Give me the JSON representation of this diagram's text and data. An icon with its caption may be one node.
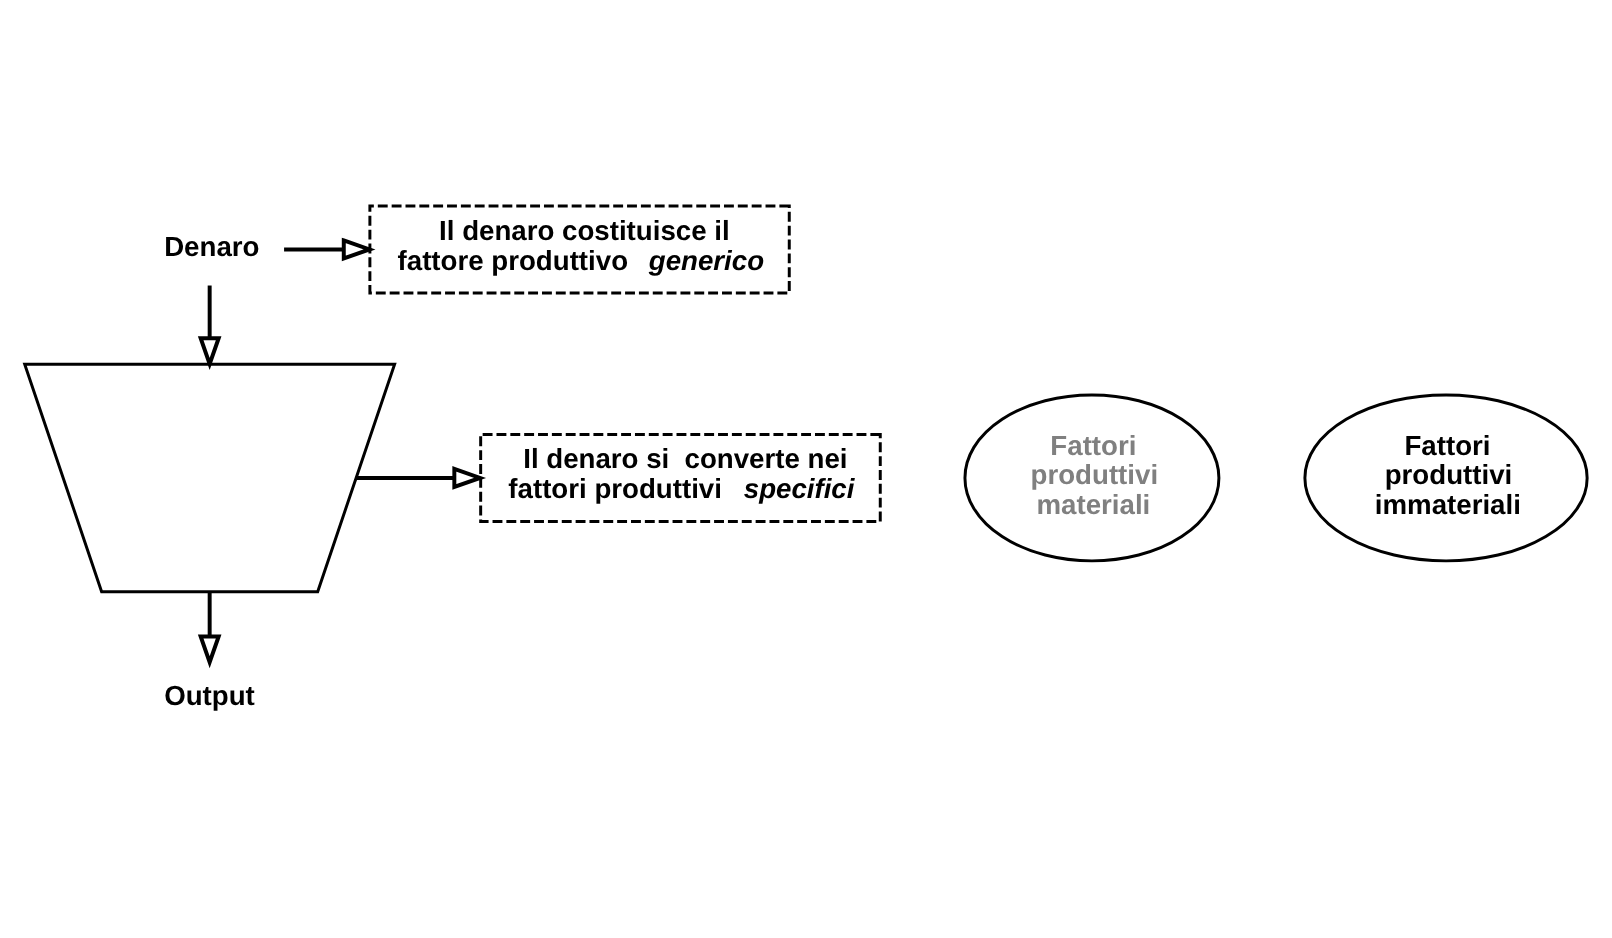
{
  "diagram": {
    "nodes": [
      {
        "text": [
          "Denaro"
        ]
      },
      {
        "text": [
          "Il denaro costituisce il fattore produttivo *generico*"
        ]
      },
      {
        "text": [],
        "shape": "funnel"
      },
      {
        "text": [
          "Fattori produttivi materiali"
        ]
      },
      {
        "text": [
          "Fattori produttivi immateriali"
        ]
      },
      {
        "text": [
          "Il denaro si  converte nei fattori produttivi *specifici*"
        ]
      },
      {
        "text": [
          "Output"
        ]
      }
    ],
    "edges": [
      {
        "from": 0,
        "to": 1,
        "arrow": "to"
      },
      {
        "from": 0,
        "to": 2,
        "arrow": "to"
      },
      {
        "from": 2,
        "to": 5,
        "arrow": "to"
      },
      {
        "from": 2,
        "to": 6,
        "arrow": "to"
      }
    ]
  }
}
